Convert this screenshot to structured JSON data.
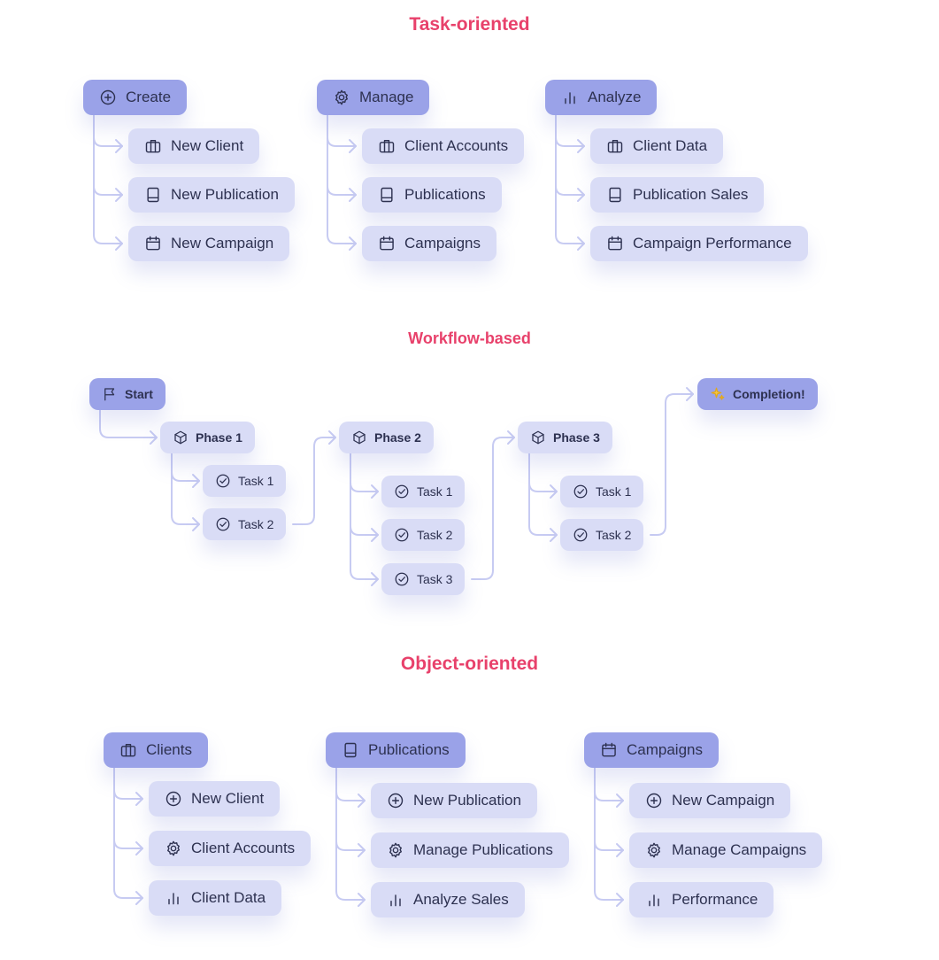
{
  "sections": {
    "task_oriented": {
      "title": "Task-oriented",
      "groups": [
        {
          "label": "Create",
          "icon": "plus-circle-icon",
          "items": [
            {
              "label": "New Client",
              "icon": "briefcase-icon"
            },
            {
              "label": "New Publication",
              "icon": "book-icon"
            },
            {
              "label": "New Campaign",
              "icon": "calendar-icon"
            }
          ]
        },
        {
          "label": "Manage",
          "icon": "gear-icon",
          "items": [
            {
              "label": "Client Accounts",
              "icon": "briefcase-icon"
            },
            {
              "label": "Publications",
              "icon": "book-icon"
            },
            {
              "label": "Campaigns",
              "icon": "calendar-icon"
            }
          ]
        },
        {
          "label": "Analyze",
          "icon": "bar-chart-icon",
          "items": [
            {
              "label": "Client Data",
              "icon": "briefcase-icon"
            },
            {
              "label": "Publication Sales",
              "icon": "book-icon"
            },
            {
              "label": "Campaign Performance",
              "icon": "calendar-icon"
            }
          ]
        }
      ]
    },
    "workflow": {
      "title": "Workflow-based",
      "start": {
        "label": "Start",
        "icon": "flag-icon"
      },
      "phases": [
        {
          "label": "Phase 1",
          "icon": "cube-icon",
          "tasks": [
            "Task 1",
            "Task 2"
          ]
        },
        {
          "label": "Phase 2",
          "icon": "cube-icon",
          "tasks": [
            "Task 1",
            "Task 2",
            "Task 3"
          ]
        },
        {
          "label": "Phase 3",
          "icon": "cube-icon",
          "tasks": [
            "Task 1",
            "Task 2"
          ]
        }
      ],
      "task_icon": "check-circle-icon",
      "completion": {
        "label": "Completion!",
        "icon": "sparkles-icon"
      }
    },
    "object_oriented": {
      "title": "Object-oriented",
      "groups": [
        {
          "label": "Clients",
          "icon": "briefcase-icon",
          "items": [
            {
              "label": "New Client",
              "icon": "plus-circle-icon"
            },
            {
              "label": "Client Accounts",
              "icon": "gear-icon"
            },
            {
              "label": "Client Data",
              "icon": "bar-chart-icon"
            }
          ]
        },
        {
          "label": "Publications",
          "icon": "book-icon",
          "items": [
            {
              "label": "New Publication",
              "icon": "plus-circle-icon"
            },
            {
              "label": "Manage Publications",
              "icon": "gear-icon"
            },
            {
              "label": "Analyze Sales",
              "icon": "bar-chart-icon"
            }
          ]
        },
        {
          "label": "Campaigns",
          "icon": "calendar-icon",
          "items": [
            {
              "label": "New Campaign",
              "icon": "plus-circle-icon"
            },
            {
              "label": "Manage Campaigns",
              "icon": "gear-icon"
            },
            {
              "label": "Performance",
              "icon": "bar-chart-icon"
            }
          ]
        }
      ]
    }
  },
  "colors": {
    "title": "#e8416b",
    "head_pill": "#9aa2e8",
    "item_pill": "#d9dcf6",
    "connector": "#c7cbf2",
    "text": "#2d3150"
  }
}
